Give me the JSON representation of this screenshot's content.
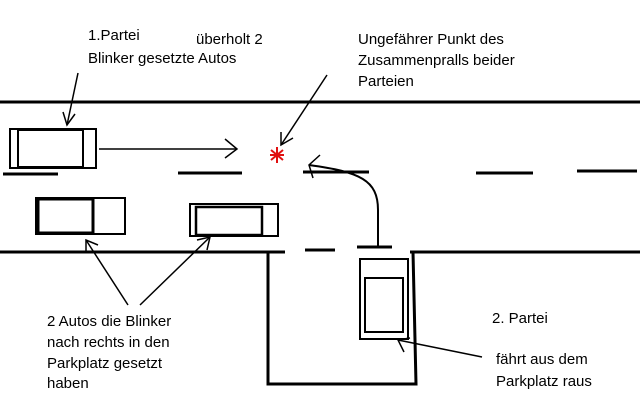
{
  "labels": {
    "party1": "1.Partei",
    "party1_desc": "Blinker gesetzte Autos",
    "overtakes": "überholt 2",
    "collision_line1": "Ungefährer Punkt des",
    "collision_line2": "Zusammenpralls beider",
    "collision_line3": "Parteien",
    "cars_line1": "2 Autos die Blinker",
    "cars_line2": "nach rechts in den",
    "cars_line3": "Parkplatz gesetzt",
    "cars_line4": "haben",
    "party2": "2. Partei",
    "party2_line1": "fährt aus dem",
    "party2_line2": "Parkplatz raus"
  },
  "colors": {
    "collision_marker": "#e01010"
  }
}
